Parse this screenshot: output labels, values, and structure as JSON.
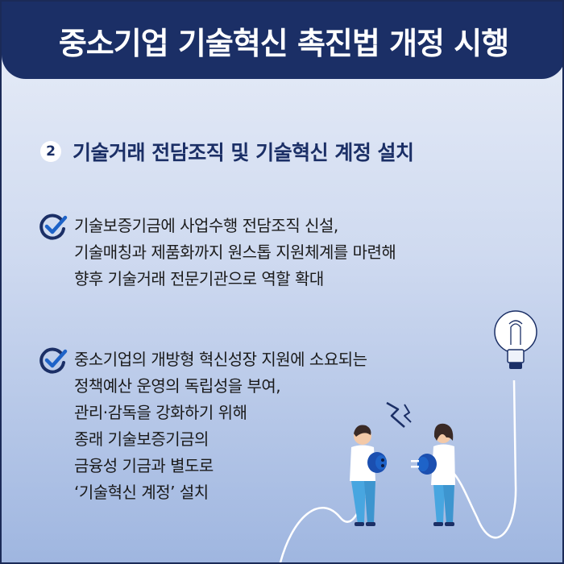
{
  "header": {
    "title": "중소기업 기술혁신 촉진법 개정 시행"
  },
  "section": {
    "number": "2",
    "title": "기술거래 전담조직 및 기술혁신 계정 설치"
  },
  "bullets": [
    {
      "lines": [
        "기술보증기금에 사업수행 전담조직 신설,",
        "기술매칭과 제품화까지 원스톱 지원체계를 마련해",
        "향후 기술거래 전문기관으로 역할 확대"
      ]
    },
    {
      "lines": [
        "중소기업의 개방형 혁신성장 지원에 소요되는",
        "정책예산 운영의 독립성을 부여,",
        "관리·감독을 강화하기 위해",
        "종래 기술보증기금의",
        "금융성 기금과 별도로",
        "‘기술혁신 계정’ 설치"
      ]
    }
  ],
  "icons": {
    "bullet": "check-circle-icon",
    "lamp": "light-bulb-icon",
    "spark": "lightning-spark-icon"
  },
  "colors": {
    "navy": "#1b2f66",
    "accent_blue": "#1e63c8",
    "bg_top": "#e9eef8",
    "bg_bottom": "#9fb6e0"
  }
}
